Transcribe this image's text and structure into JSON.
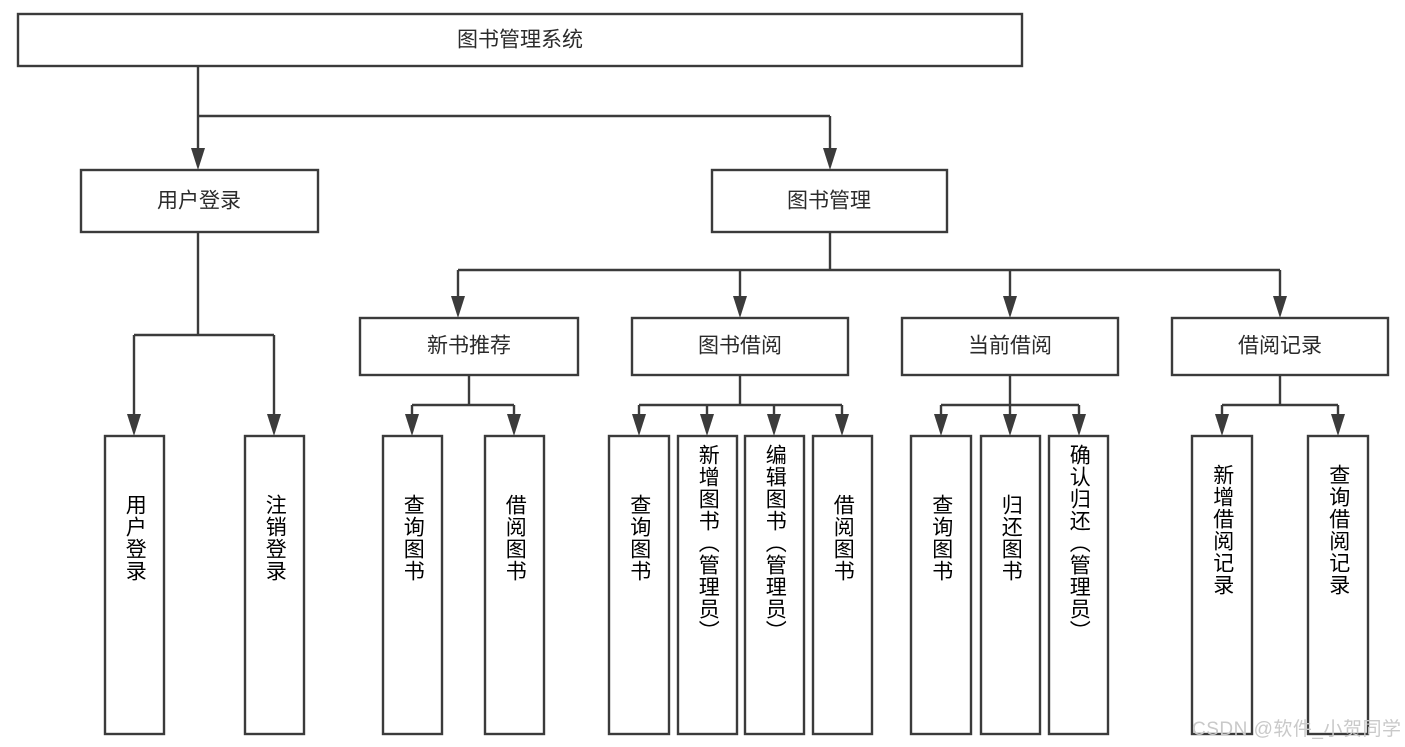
{
  "diagram": {
    "title": "图书管理系统",
    "type": "hierarchy-tree",
    "root": {
      "id": "root",
      "label": "图书管理系统",
      "orientation": "horizontal"
    },
    "level2": [
      {
        "id": "user-login",
        "label": "用户登录",
        "orientation": "horizontal"
      },
      {
        "id": "book-manage",
        "label": "图书管理",
        "orientation": "horizontal"
      }
    ],
    "level3": [
      {
        "id": "new-book-recommend",
        "label": "新书推荐",
        "orientation": "horizontal",
        "parent": "book-manage"
      },
      {
        "id": "book-borrow",
        "label": "图书借阅",
        "orientation": "horizontal",
        "parent": "book-manage"
      },
      {
        "id": "current-borrow",
        "label": "当前借阅",
        "orientation": "horizontal",
        "parent": "book-manage"
      },
      {
        "id": "borrow-record",
        "label": "借阅记录",
        "orientation": "horizontal",
        "parent": "book-manage"
      }
    ],
    "leaves": [
      {
        "id": "leaf-user-login",
        "label": "用户登录",
        "parent": "user-login",
        "orientation": "vertical"
      },
      {
        "id": "leaf-logout-login",
        "label": "注销登录",
        "parent": "user-login",
        "orientation": "vertical"
      },
      {
        "id": "leaf-query-book-1",
        "label": "查询图书",
        "parent": "new-book-recommend",
        "orientation": "vertical"
      },
      {
        "id": "leaf-borrow-book-1",
        "label": "借阅图书",
        "parent": "new-book-recommend",
        "orientation": "vertical"
      },
      {
        "id": "leaf-query-book-2",
        "label": "查询图书",
        "parent": "book-borrow",
        "orientation": "vertical"
      },
      {
        "id": "leaf-add-book",
        "label": "新增图书（管理员）",
        "parent": "book-borrow",
        "orientation": "vertical"
      },
      {
        "id": "leaf-edit-book",
        "label": "编辑图书（管理员）",
        "parent": "book-borrow",
        "orientation": "vertical"
      },
      {
        "id": "leaf-borrow-book-2",
        "label": "借阅图书",
        "parent": "book-borrow",
        "orientation": "vertical"
      },
      {
        "id": "leaf-query-book-3",
        "label": "查询图书",
        "parent": "current-borrow",
        "orientation": "vertical"
      },
      {
        "id": "leaf-return-book",
        "label": "归还图书",
        "parent": "current-borrow",
        "orientation": "vertical"
      },
      {
        "id": "leaf-confirm-return",
        "label": "确认归还（管理员）",
        "parent": "current-borrow",
        "orientation": "vertical"
      },
      {
        "id": "leaf-add-record",
        "label": "新增借阅记录",
        "parent": "borrow-record",
        "orientation": "vertical"
      },
      {
        "id": "leaf-query-record",
        "label": "查询借阅记录",
        "parent": "borrow-record",
        "orientation": "vertical"
      }
    ],
    "colors": {
      "stroke": "#3b3b3b",
      "box_fill": "#ffffff",
      "text": "#2b2b2b",
      "background": "#ffffff",
      "watermark": "#c9c9c9"
    }
  },
  "watermark": {
    "text": "CSDN @软件_小贺同学"
  }
}
